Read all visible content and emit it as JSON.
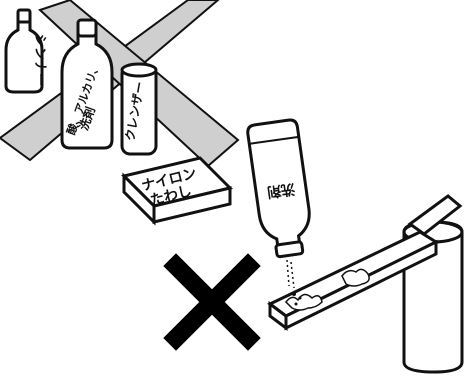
{
  "labels": {
    "thinner": "シンナー",
    "acid_alkali": "酸、アルカリ、",
    "detergent": "洗剤",
    "cleanser": "クレンザー",
    "nylon": "ナイロン",
    "tawashi": "たわし",
    "detergent_bottle": "洗剤"
  },
  "colors": {
    "prohibited_band": "#cfcfcf",
    "cross_mark": "#000000",
    "outline": "#111111",
    "fill": "#ffffff"
  },
  "icons": {
    "big_cross": "cross-mark-icon"
  }
}
